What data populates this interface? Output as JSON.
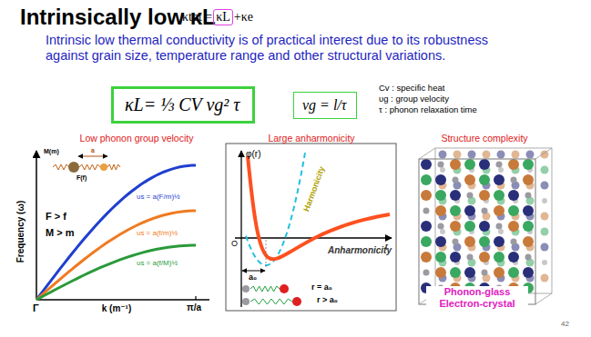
{
  "diagram": {
    "title": "Intrinsically low κL",
    "nodes": [
      {
        "text": [
          "κL"
        ]
      },
      {
        "text": [
          "κL= ⅓ CV vg² τ"
        ]
      },
      {
        "text": [
          "vg = l/τ"
        ]
      }
    ],
    "labels": [
      "κtot =",
      "+κe",
      "Intrinsic low thermal conductivity is of practical interest due to its robustness against grain size, temperature range and other structural variations.",
      "Cv : specific heat",
      "υg : group velocity",
      "τ : phonon relaxation time",
      "Low phonon group velocity",
      "Large anharmonicity",
      "Structure complexity",
      "M(m)",
      "a",
      "F(f)",
      "Frequency (ω)",
      "F > f",
      "M > m",
      "υs = a(F/m)½",
      "υs = a(f/m)½",
      "υs = a(f/M)½",
      "Γ",
      "k (m⁻¹)",
      "π/a",
      "φ(r)",
      "r",
      "O",
      "Harmonicity",
      "Anharmonicity",
      "a₀",
      "r = a₀",
      "r > a₀",
      "Phonon-glass Electron-crystal",
      "42"
    ]
  }
}
